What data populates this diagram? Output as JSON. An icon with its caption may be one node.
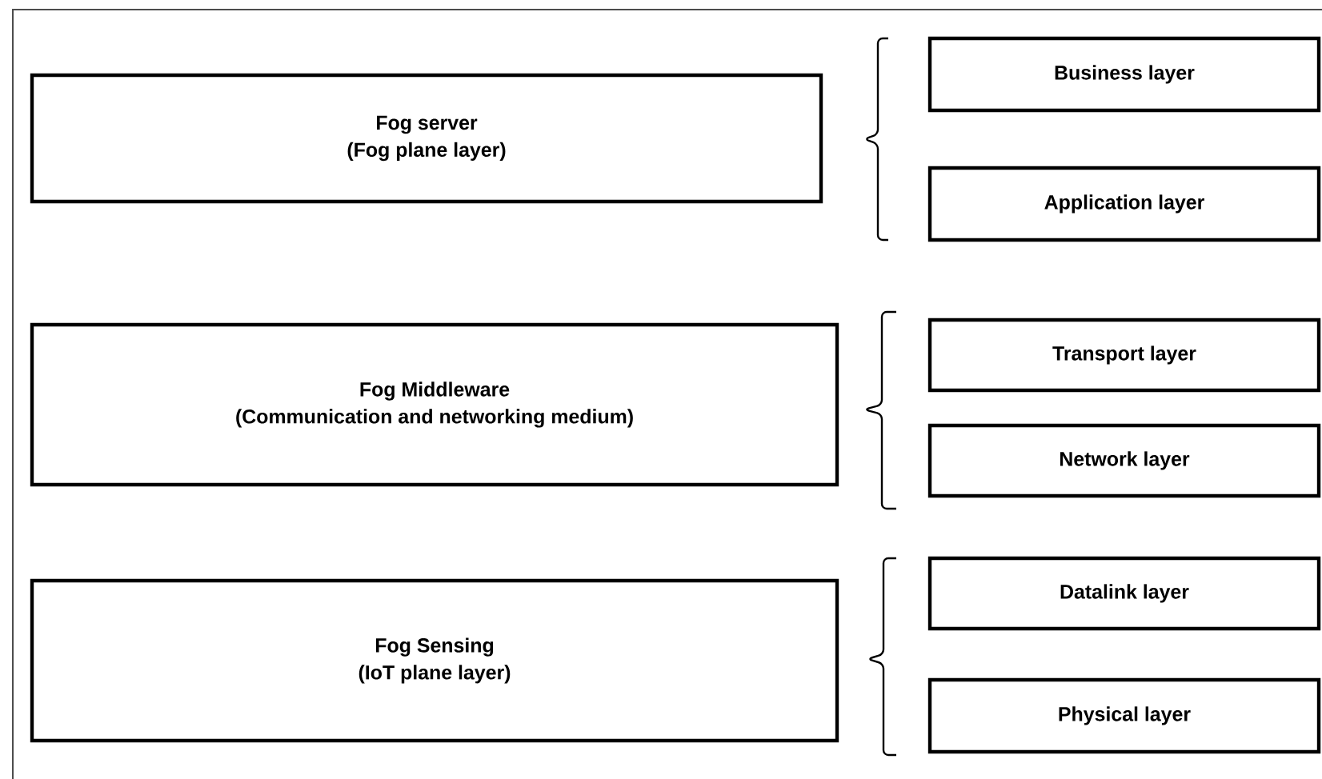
{
  "diagram": {
    "nodes": [
      {
        "text": [
          "Fog server",
          "(Fog plane layer)"
        ]
      },
      {
        "text": [
          "Business layer"
        ]
      },
      {
        "text": [
          "Application layer"
        ]
      },
      {
        "text": [
          "Fog Middleware",
          "(Communication and networking medium)"
        ]
      },
      {
        "text": [
          "Transport layer"
        ]
      },
      {
        "text": [
          "Network layer"
        ]
      },
      {
        "text": [
          "Fog Sensing",
          "(IoT plane layer)"
        ]
      },
      {
        "text": [
          "Datalink layer"
        ]
      },
      {
        "text": [
          "Physical layer"
        ]
      }
    ]
  }
}
